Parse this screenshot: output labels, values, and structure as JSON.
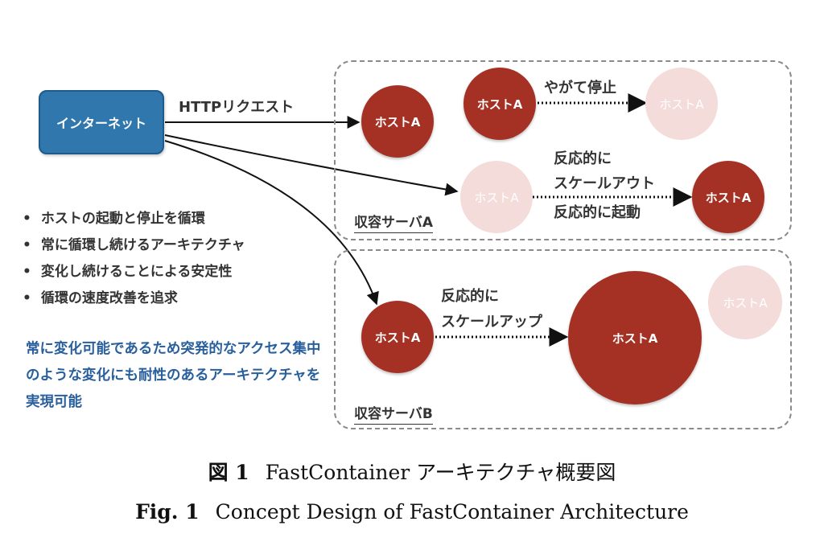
{
  "internet_label": "インターネット",
  "http_label": "HTTPリクエスト",
  "server_a": {
    "label": "収容サーバA",
    "host_label": "ホストA",
    "stop_label": "やがて停止",
    "scaleout_lines": [
      "反応的に",
      "スケールアウト",
      "反応的に起動"
    ]
  },
  "server_b": {
    "label": "収容サーバB",
    "host_label": "ホストA",
    "scaleup_lines": [
      "反応的に",
      "スケールアップ"
    ]
  },
  "bullets": [
    "ホストの起動と停止を循環",
    "常に循環し続けるアーキテクチャ",
    "変化し続けることによる安定性",
    "循環の速度改善を追求"
  ],
  "note": "常に変化可能であるため突発的なアクセス集中のような変化にも耐性のあるアーキテクチャを実現可能",
  "caption": {
    "jp_num": "図 1",
    "jp_text": "FastContainer アーキテクチャ概要図",
    "en_num": "Fig. 1",
    "en_text": "Concept Design of FastContainer Architecture"
  },
  "colors": {
    "host_active": "#a53124",
    "host_ghost": "#f3dcda",
    "internet": "#2f77ad",
    "note_text": "#285f9c"
  }
}
